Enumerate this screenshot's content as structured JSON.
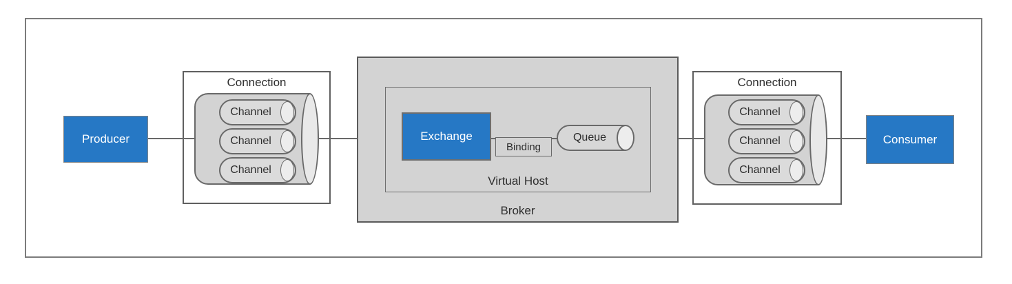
{
  "colors": {
    "accent_blue": "#2678c5",
    "container_gray": "#d3d3d3",
    "cylinder_cap_gray": "#e9e9e9",
    "line_gray": "#696969",
    "text_dark": "#2d2d2d",
    "text_light": "#ffffff"
  },
  "nodes": {
    "producer": "Producer",
    "consumer": "Consumer",
    "exchange": "Exchange",
    "binding": "Binding",
    "queue": "Queue",
    "virtual_host": "Virtual Host",
    "broker": "Broker"
  },
  "left_connection": {
    "label": "Connection",
    "channels": [
      "Channel",
      "Channel",
      "Channel"
    ]
  },
  "right_connection": {
    "label": "Connection",
    "channels": [
      "Channel",
      "Channel",
      "Channel"
    ]
  }
}
